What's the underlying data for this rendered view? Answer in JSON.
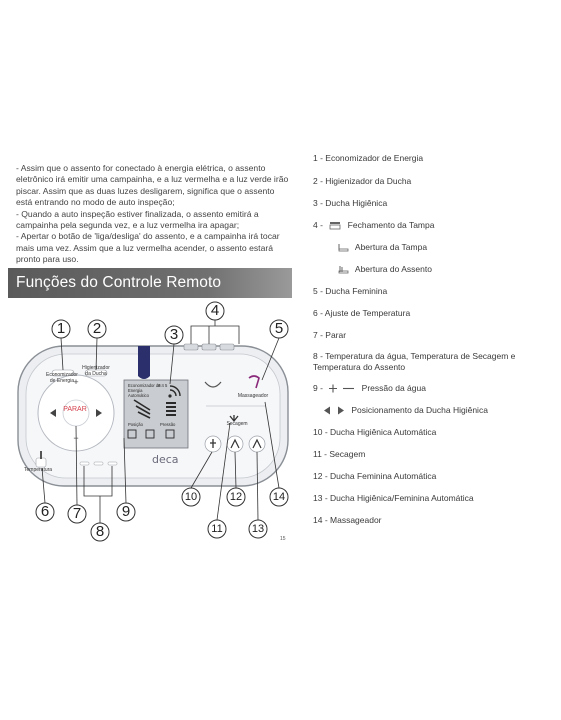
{
  "intro": {
    "paragraphs": [
      "- Assim que o assento for conectado à energia elétrica, o assento eletrônico irá emitir uma campainha, e a luz vermelha e a luz verde irão piscar. Assim que as duas luzes desligarem, significa que o assento está entrando no modo de auto inspeção;",
      "- Quando a auto inspeção estiver finalizada, o assento emitirá a campainha pela segunda vez, e a luz vermelha ira apagar;",
      "- Apertar o botão de 'liga/desliga' do assento, e a campainha irá tocar mais uma vez. Assim que a luz vermelha acender, o assento estará pronto para uso."
    ]
  },
  "section_title": "Funções do Controle Remoto",
  "remote": {
    "label_energy": "Economizador de Energia",
    "label_hygiene": "Higienizador da Ducha",
    "parar": "PARAR",
    "plus": "+",
    "minus": "−",
    "temperature_label": "Temperatura",
    "brand": "deca",
    "screen_energy": "Economizador de Energia",
    "screen_auto": "Automático",
    "screen_time": "8:4 5",
    "screen_pos": "Posição",
    "screen_pressure": "Pressão",
    "massage_label": "Massageador",
    "dry_label": "Secagem"
  },
  "callouts": [
    "1",
    "2",
    "3",
    "4",
    "5",
    "6",
    "7",
    "8",
    "9",
    "10",
    "11",
    "12",
    "13",
    "14"
  ],
  "page_number": "15",
  "functions": [
    "1 - Economizador de Energia",
    "2 - Higienizador da Ducha",
    "3 - Ducha Higiênica",
    "4 -",
    "Fechamento da Tampa",
    "Abertura da Tampa",
    "Abertura do Assento",
    "5 - Ducha Feminina",
    "6 - Ajuste de Temperatura",
    "7 - Parar",
    "8 - Temperatura da água, Temperatura de Secagem e Temperatura do Assento",
    "9 -",
    "Pressão da água",
    "Posicionamento da Ducha Higiênica",
    "10 - Ducha Higiênica Automática",
    "11 - Secagem",
    "12 - Ducha Feminina Automática",
    "13 - Ducha Higiênica/Feminina Automática",
    "14 - Massageador"
  ],
  "icons": [
    "lid-close-icon",
    "lid-open-icon",
    "seat-open-icon",
    "plus-icon",
    "minus-icon",
    "arrow-left-icon",
    "arrow-right-icon"
  ]
}
